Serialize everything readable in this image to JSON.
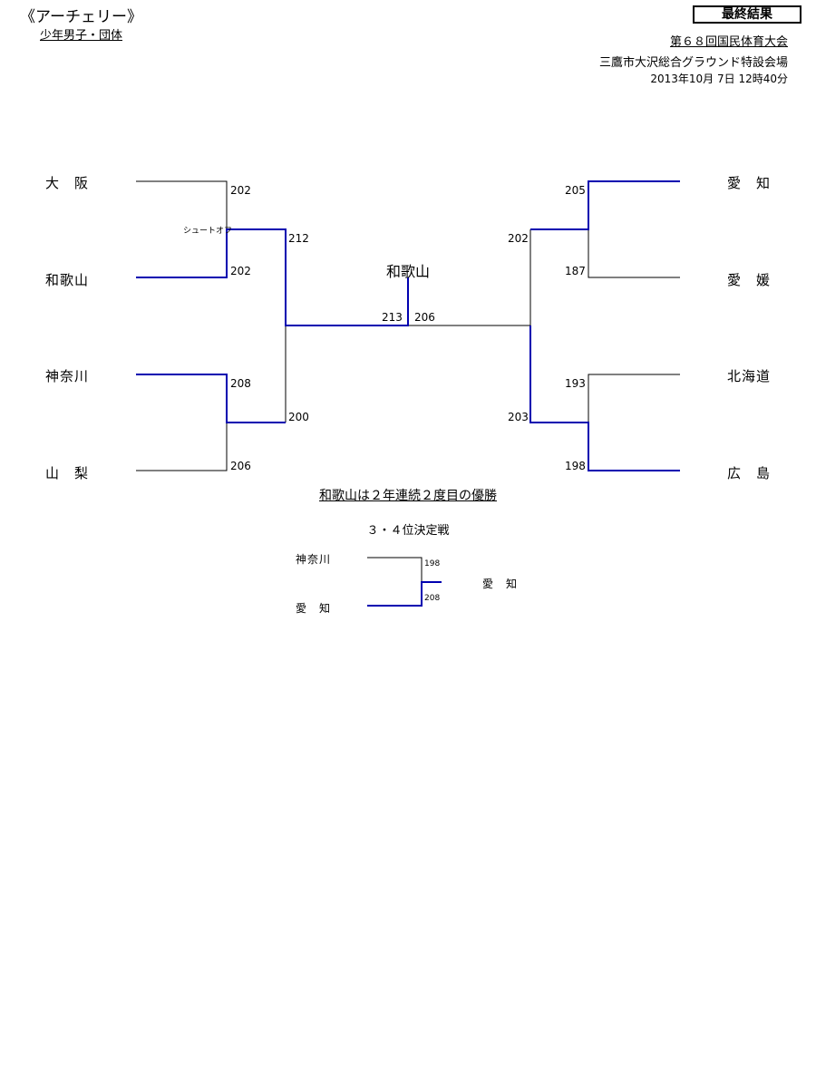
{
  "header": {
    "title": "《アーチェリー》",
    "subtitle": "少年男子・団体",
    "final_label": "最終結果",
    "meeting": "第６８回国民体育大会",
    "venue": "三鷹市大沢総合グラウンド特設会場",
    "datetime": "2013年10月 7日 12時40分"
  },
  "colors": {
    "winner_line": "#0000b0",
    "loser_line": "#000000"
  },
  "bracket": {
    "left": {
      "teams": [
        "大　阪",
        "和歌山",
        "神奈川",
        "山　梨"
      ],
      "r1_scores": [
        "202",
        "202",
        "208",
        "206"
      ],
      "shootoff_label": "シュートオフ",
      "r2_scores": [
        "212",
        "200"
      ],
      "final_score": "213"
    },
    "right": {
      "teams": [
        "愛　知",
        "愛　媛",
        "北海道",
        "広　島"
      ],
      "r1_scores": [
        "205",
        "187",
        "193",
        "198"
      ],
      "r2_scores": [
        "202",
        "203"
      ],
      "final_score": "206"
    },
    "champion": "和歌山",
    "summary": "和歌山は２年連続２度目の優勝"
  },
  "third_place": {
    "title": "３・４位決定戦",
    "teams": [
      "神奈川",
      "愛　知"
    ],
    "scores": [
      "198",
      "208"
    ],
    "winner": "愛　知"
  }
}
